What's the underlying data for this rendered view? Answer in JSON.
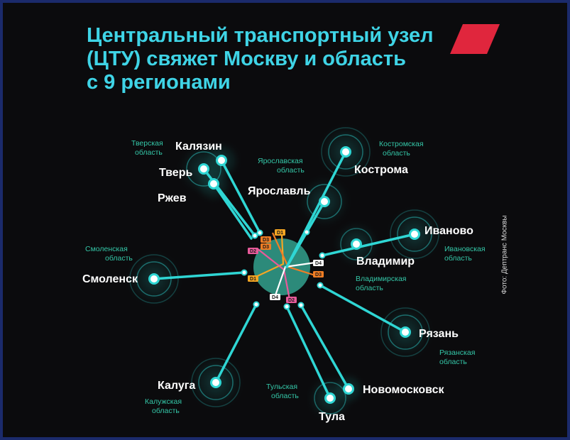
{
  "header": {
    "title_lines": [
      "Центральный транспортный узел",
      "(ЦТУ) свяжет Москву и область",
      "с 9 регионами"
    ]
  },
  "credit": "Фото: Дептранс Москвы",
  "colors": {
    "background": "#0b0b0d",
    "accent": "#3fd4e6",
    "line": "#2fd6d4",
    "region_text": "#34c7a8",
    "hub": "#2c8a7a",
    "logo": "#e0263d",
    "d1": "#f5a623",
    "d2": "#e85a9a",
    "d3": "#f07d24",
    "d4": "#ffffff"
  },
  "icons": {
    "logo": "red-parallelogram-logo",
    "node": "ring-node-icon",
    "hub": "hub-circle-icon"
  },
  "cities": [
    {
      "id": "kalyazin",
      "name": "Калязин"
    },
    {
      "id": "tver",
      "name": "Тверь"
    },
    {
      "id": "rzhev",
      "name": "Ржев"
    },
    {
      "id": "yaroslavl",
      "name": "Ярославль"
    },
    {
      "id": "kostroma",
      "name": "Кострома"
    },
    {
      "id": "ivanovo",
      "name": "Иваново"
    },
    {
      "id": "vladimir",
      "name": "Владимир"
    },
    {
      "id": "smolensk",
      "name": "Смоленск"
    },
    {
      "id": "ryazan",
      "name": "Рязань"
    },
    {
      "id": "kaluga",
      "name": "Калуга"
    },
    {
      "id": "tula",
      "name": "Тула"
    },
    {
      "id": "novomoskovsk",
      "name": "Новомосковск"
    }
  ],
  "regions": [
    {
      "id": "tver",
      "lines": [
        "Тверская",
        "область"
      ]
    },
    {
      "id": "yaroslavl",
      "lines": [
        "Ярославская",
        "область"
      ]
    },
    {
      "id": "kostroma",
      "lines": [
        "Костромская",
        "область"
      ]
    },
    {
      "id": "smolensk",
      "lines": [
        "Смоленская",
        "область"
      ]
    },
    {
      "id": "ivanovo",
      "lines": [
        "Ивановская",
        "область"
      ]
    },
    {
      "id": "vladimir",
      "lines": [
        "Владимирская",
        "область"
      ]
    },
    {
      "id": "ryazan",
      "lines": [
        "Рязанская",
        "область"
      ]
    },
    {
      "id": "kaluga",
      "lines": [
        "Калужская",
        "область"
      ]
    },
    {
      "id": "tula",
      "lines": [
        "Тульская",
        "область"
      ]
    }
  ],
  "badges": [
    {
      "id": "b1",
      "label": "D3",
      "line": "d3"
    },
    {
      "id": "b2",
      "label": "D1",
      "line": "d1"
    },
    {
      "id": "b3",
      "label": "D3",
      "line": "d3"
    },
    {
      "id": "b4",
      "label": "D2",
      "line": "d2"
    },
    {
      "id": "b5",
      "label": "D1",
      "line": "d1"
    },
    {
      "id": "b6",
      "label": "D4",
      "line": "d4"
    },
    {
      "id": "b7",
      "label": "D3",
      "line": "d3"
    },
    {
      "id": "b8",
      "label": "D4",
      "line": "d4"
    },
    {
      "id": "b9",
      "label": "D2",
      "line": "d2"
    }
  ]
}
